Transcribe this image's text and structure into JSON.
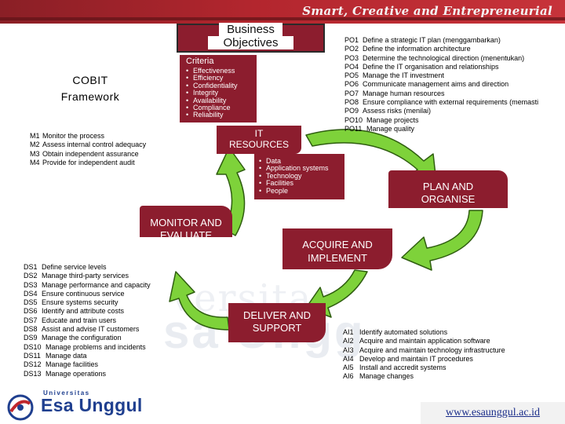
{
  "header": {
    "slogan": "Smart, Creative and Entrepreneurial"
  },
  "business_objectives": {
    "line1": "Business",
    "line2": "Objectives"
  },
  "criteria": {
    "title": "Criteria",
    "items": [
      "Effectiveness",
      "Efficiency",
      "Confidentiality",
      "Integrity",
      "Availability",
      "Compliance",
      "Reliability"
    ]
  },
  "cobit": {
    "line1": "COBIT",
    "line2": "Framework"
  },
  "monitor_processes": [
    {
      "code": "M1",
      "label": "Monitor the process"
    },
    {
      "code": "M2",
      "label": "Assess internal control adequacy"
    },
    {
      "code": "M3",
      "label": "Obtain independent assurance"
    },
    {
      "code": "M4",
      "label": "Provide for independent audit"
    }
  ],
  "it_resources": {
    "line1": "IT",
    "line2": "RESOURCES",
    "items": [
      "Data",
      "Application systems",
      "Technology",
      "Facilities",
      "People"
    ]
  },
  "po_processes": [
    {
      "code": "PO1",
      "label": "Define a strategic IT plan (menggambarkan)"
    },
    {
      "code": "PO2",
      "label": "Define the information architecture"
    },
    {
      "code": "PO3",
      "label": "Determine the technological direction (menentukan)"
    },
    {
      "code": "PO4",
      "label": "Define the IT organisation and relationships"
    },
    {
      "code": "PO5",
      "label": "Manage the IT investment"
    },
    {
      "code": "PO6",
      "label": "Communicate management aims and direction"
    },
    {
      "code": "PO7",
      "label": "Manage human resources"
    },
    {
      "code": "PO8",
      "label": "Ensure compliance with external requirements (memasti"
    },
    {
      "code": "PO9",
      "label": "Assess risks (menilai)"
    },
    {
      "code": "PO10",
      "label": "Manage projects"
    },
    {
      "code": "PO11",
      "label": "Manage quality"
    }
  ],
  "domains": {
    "plan": {
      "line1": "PLAN AND",
      "line2": "ORGANISE"
    },
    "monitor": {
      "line1": "MONITOR AND",
      "line2": "EVALUATE"
    },
    "acquire": {
      "line1": "ACQUIRE AND",
      "line2": "IMPLEMENT"
    },
    "deliver": {
      "line1": "DELIVER AND",
      "line2": "SUPPORT"
    }
  },
  "ds_processes": [
    {
      "code": "DS1",
      "label": "Define service levels"
    },
    {
      "code": "DS2",
      "label": "Manage third-party services"
    },
    {
      "code": "DS3",
      "label": "Manage performance and capacity"
    },
    {
      "code": "DS4",
      "label": "Ensure continuous service"
    },
    {
      "code": "DS5",
      "label": "Ensure systems security"
    },
    {
      "code": "DS6",
      "label": "Identify and attribute costs"
    },
    {
      "code": "DS7",
      "label": "Educate and train users"
    },
    {
      "code": "DS8",
      "label": "Assist and advise IT customers"
    },
    {
      "code": "DS9",
      "label": "Manage the configuration"
    },
    {
      "code": "DS10",
      "label": "Manage problems and incidents"
    },
    {
      "code": "DS11",
      "label": "Manage data"
    },
    {
      "code": "DS12",
      "label": "Manage facilities"
    },
    {
      "code": "DS13",
      "label": "Manage operations"
    }
  ],
  "ai_processes": [
    {
      "code": "AI1",
      "label": "Identify automated solutions"
    },
    {
      "code": "AI2",
      "label": "Acquire and maintain application software"
    },
    {
      "code": "AI3",
      "label": "Acquire and maintain technology infrastructure"
    },
    {
      "code": "AI4",
      "label": "Develop and maintain IT procedures"
    },
    {
      "code": "AI5",
      "label": "Install and accredit systems"
    },
    {
      "code": "AI6",
      "label": "Manage changes"
    }
  ],
  "watermark": {
    "line1": "versitas",
    "line2": "sa Ungg"
  },
  "logo": {
    "small": "Universitas",
    "big": "Esa Unggul"
  },
  "footer": {
    "url": "www.esaunggul.ac.id"
  },
  "colors": {
    "maroon": "#8c1d2e",
    "arrow_green": "#7ed23a",
    "brand_blue": "#1f3f8f",
    "banner_red": "#b3262e"
  }
}
